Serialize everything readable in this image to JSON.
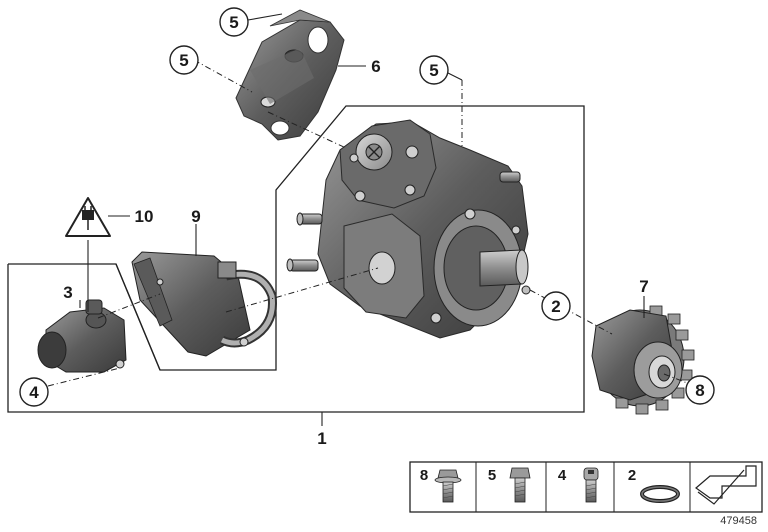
{
  "labels": {
    "p1": "1",
    "p2": "2",
    "p3": "3",
    "p4": "4",
    "p5a": "5",
    "p5b": "5",
    "p5c": "5",
    "p6": "6",
    "p7": "7",
    "p8": "8",
    "p9": "9",
    "p10": "10"
  },
  "legend": {
    "items": [
      {
        "num": "8",
        "icon": "flange-bolt-icon"
      },
      {
        "num": "5",
        "icon": "hex-bolt-icon"
      },
      {
        "num": "4",
        "icon": "socket-screw-icon"
      },
      {
        "num": "2",
        "icon": "o-ring-icon"
      }
    ],
    "arrow_icon": "direction-arrow-icon"
  },
  "ref_number": "479458",
  "colors": {
    "part_dark": "#4a4a4a",
    "part_mid": "#7a7a7a",
    "part_light": "#b5b5b5",
    "line": "#222222"
  }
}
